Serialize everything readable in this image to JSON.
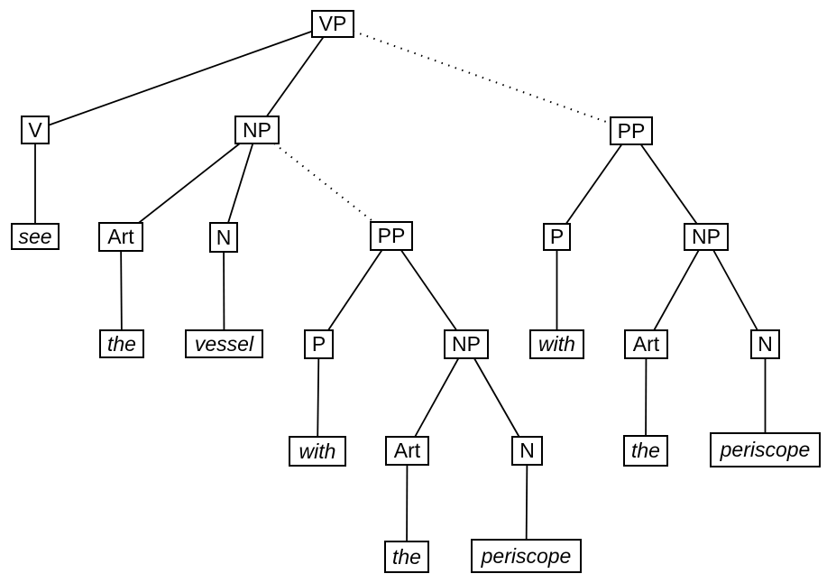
{
  "nodes": {
    "vp": {
      "label": "VP"
    },
    "v": {
      "label": "V"
    },
    "see": {
      "label": "see",
      "italic": true
    },
    "np_obj": {
      "label": "NP"
    },
    "art_obj": {
      "label": "Art"
    },
    "n_obj": {
      "label": "N"
    },
    "the_obj": {
      "label": "the",
      "italic": true
    },
    "vessel": {
      "label": "vessel",
      "italic": true
    },
    "pp_low": {
      "label": "PP"
    },
    "p_low": {
      "label": "P"
    },
    "with_low": {
      "label": "with",
      "italic": true
    },
    "np_low": {
      "label": "NP"
    },
    "art_low": {
      "label": "Art"
    },
    "n_low": {
      "label": "N"
    },
    "the_low": {
      "label": "the",
      "italic": true
    },
    "periscope_low": {
      "label": "periscope",
      "italic": true
    },
    "pp_high": {
      "label": "PP"
    },
    "p_high": {
      "label": "P"
    },
    "with_high": {
      "label": "with",
      "italic": true
    },
    "np_high": {
      "label": "NP"
    },
    "art_high": {
      "label": "Art"
    },
    "n_high": {
      "label": "N"
    },
    "the_high": {
      "label": "the",
      "italic": true
    },
    "periscope_high": {
      "label": "periscope",
      "italic": true
    }
  },
  "edges": [
    {
      "from": "vp",
      "to": "v",
      "style": "solid"
    },
    {
      "from": "vp",
      "to": "np_obj",
      "style": "solid"
    },
    {
      "from": "vp",
      "to": "pp_high",
      "style": "dotted"
    },
    {
      "from": "v",
      "to": "see",
      "style": "solid"
    },
    {
      "from": "np_obj",
      "to": "art_obj",
      "style": "solid"
    },
    {
      "from": "np_obj",
      "to": "n_obj",
      "style": "solid"
    },
    {
      "from": "np_obj",
      "to": "pp_low",
      "style": "dotted"
    },
    {
      "from": "art_obj",
      "to": "the_obj",
      "style": "solid"
    },
    {
      "from": "n_obj",
      "to": "vessel",
      "style": "solid"
    },
    {
      "from": "pp_low",
      "to": "p_low",
      "style": "solid"
    },
    {
      "from": "pp_low",
      "to": "np_low",
      "style": "solid"
    },
    {
      "from": "p_low",
      "to": "with_low",
      "style": "solid"
    },
    {
      "from": "np_low",
      "to": "art_low",
      "style": "solid"
    },
    {
      "from": "np_low",
      "to": "n_low",
      "style": "solid"
    },
    {
      "from": "art_low",
      "to": "the_low",
      "style": "solid"
    },
    {
      "from": "n_low",
      "to": "periscope_low",
      "style": "solid"
    },
    {
      "from": "pp_high",
      "to": "p_high",
      "style": "solid"
    },
    {
      "from": "pp_high",
      "to": "np_high",
      "style": "solid"
    },
    {
      "from": "p_high",
      "to": "with_high",
      "style": "solid"
    },
    {
      "from": "np_high",
      "to": "art_high",
      "style": "solid"
    },
    {
      "from": "np_high",
      "to": "n_high",
      "style": "solid"
    },
    {
      "from": "art_high",
      "to": "the_high",
      "style": "solid"
    },
    {
      "from": "n_high",
      "to": "periscope_high",
      "style": "solid"
    }
  ],
  "edge_styles": {
    "solid_color": "#000000",
    "dotted_color": "#000000"
  }
}
